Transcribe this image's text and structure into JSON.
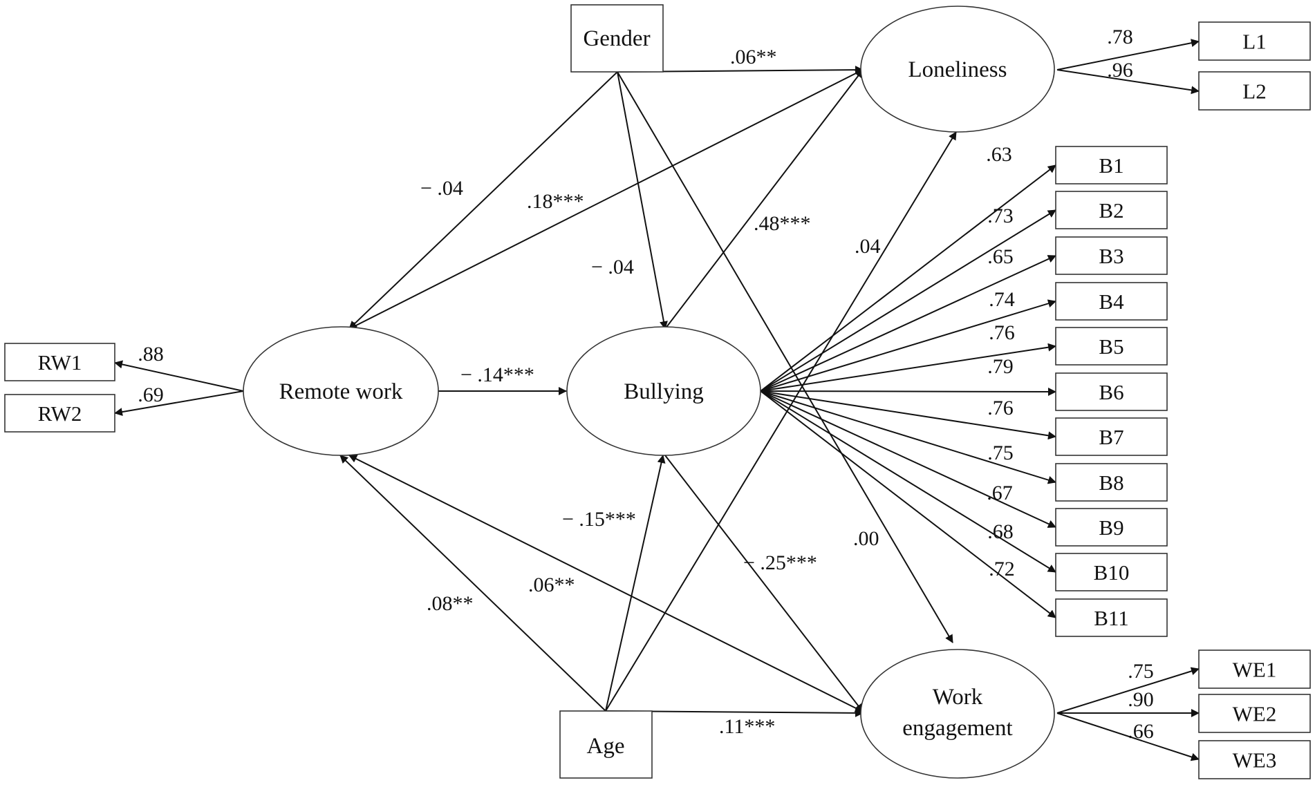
{
  "nodes": {
    "gender": "Gender",
    "age": "Age",
    "remote_work": "Remote work",
    "bullying": "Bullying",
    "loneliness": "Loneliness",
    "work_engagement_line1": "Work",
    "work_engagement_line2": "engagement"
  },
  "indicators": {
    "rw": [
      "RW1",
      "RW2"
    ],
    "l": [
      "L1",
      "L2"
    ],
    "b": [
      "B1",
      "B2",
      "B3",
      "B4",
      "B5",
      "B6",
      "B7",
      "B8",
      "B9",
      "B10",
      "B11"
    ],
    "we": [
      "WE1",
      "WE2",
      "WE3"
    ]
  },
  "loadings": {
    "rw": [
      ".88",
      ".69"
    ],
    "l": [
      ".78",
      ".96"
    ],
    "b": [
      ".63",
      ".73",
      ".65",
      ".74",
      ".76",
      ".79",
      ".76",
      ".75",
      ".67",
      ".68",
      ".72"
    ],
    "we": [
      ".75",
      ".90",
      ".66"
    ]
  },
  "paths": {
    "gender_loneliness": ".06**",
    "gender_remote": "− .04",
    "loneliness_remote": ".18***",
    "bullying_loneliness": ".48***",
    "gender_bullying": "− .04",
    "age_loneliness": ".04",
    "remote_bullying": "− .14***",
    "age_bullying": "− .15***",
    "bullying_engagement": "− .25***",
    "gender_engagement": ".00",
    "age_remote": ".08**",
    "remote_engagement": ".06**",
    "age_engagement": ".11***"
  }
}
